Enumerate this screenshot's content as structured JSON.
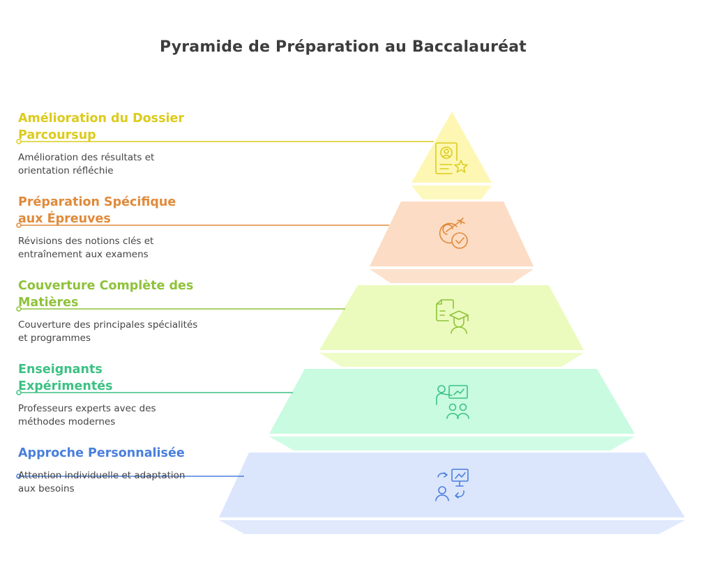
{
  "title": "Pyramide de Préparation au Baccalauréat",
  "levels": [
    {
      "heading": "Amélioration du Dossier Parcoursup",
      "description": "Amélioration des résultats et orientation réfléchie",
      "color": "#dccb1c",
      "fill": "#fdf7b3",
      "icon": "certificate-star-icon"
    },
    {
      "heading": "Préparation Spécifique aux Épreuves",
      "description": "Révisions des notions clés et entraînement aux examens",
      "color": "#e08a3a",
      "fill": "#fcdcc4",
      "icon": "target-check-icon"
    },
    {
      "heading": "Couverture Complète des Matières",
      "description": "Couverture des principales spécialités et programmes",
      "color": "#8fc23a",
      "fill": "#ebfbbd",
      "icon": "document-graduate-icon"
    },
    {
      "heading": "Enseignants Expérimentés",
      "description": "Professeurs experts avec des méthodes modernes",
      "color": "#3cc184",
      "fill": "#c8fbe0",
      "icon": "teacher-students-icon"
    },
    {
      "heading": "Approche Personnalisée",
      "description": "Attention individuelle et adaptation aux besoins",
      "color": "#4a7fdc",
      "fill": "#dbe6fc",
      "icon": "person-adapt-icon"
    }
  ]
}
